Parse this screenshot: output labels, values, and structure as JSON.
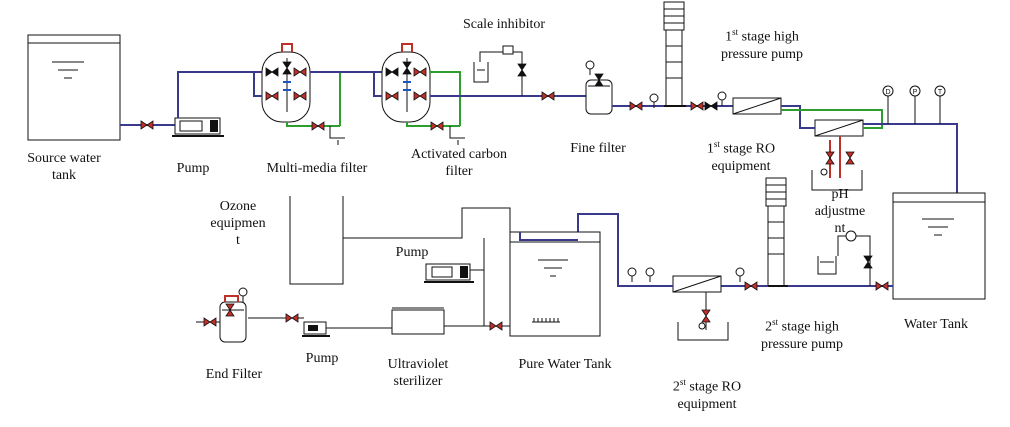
{
  "labels": {
    "source_tank": [
      "Source water",
      "tank"
    ],
    "pump1": "Pump",
    "multimedia": "Multi-media filter",
    "carbon": [
      "Activated carbon",
      "filter"
    ],
    "scale": "Scale inhibitor",
    "fine": "Fine filter",
    "hp1": {
      "pre": "1",
      "sup": "st",
      "post": " stage high",
      "line2": "pressure pump"
    },
    "ro1": {
      "pre": "1",
      "sup": "st",
      "post": " stage RO",
      "line2": "equipment"
    },
    "ph": [
      "pH",
      "adjustme",
      "nt"
    ],
    "ozone": [
      "Ozone",
      "equipmen",
      "t"
    ],
    "pump2": "Pump",
    "pure_tank": "Pure Water Tank",
    "hp2": {
      "pre": "2",
      "sup": "st",
      "post": " stage high",
      "line2": "pressure pump"
    },
    "water_tank": "Water Tank",
    "end_filter": "End Filter",
    "pump3": "Pump",
    "uv": [
      "Ultraviolet",
      "sterilizer"
    ],
    "ro2": {
      "pre": "2",
      "sup": "st",
      "post": " stage RO",
      "line2": "equipment"
    }
  },
  "gauges": [
    "D",
    "P",
    "T"
  ],
  "colors": {
    "pipe": "#3a3a8c",
    "drain": "#2e9e2e",
    "valve": "#c0302a",
    "line": "#111111"
  }
}
